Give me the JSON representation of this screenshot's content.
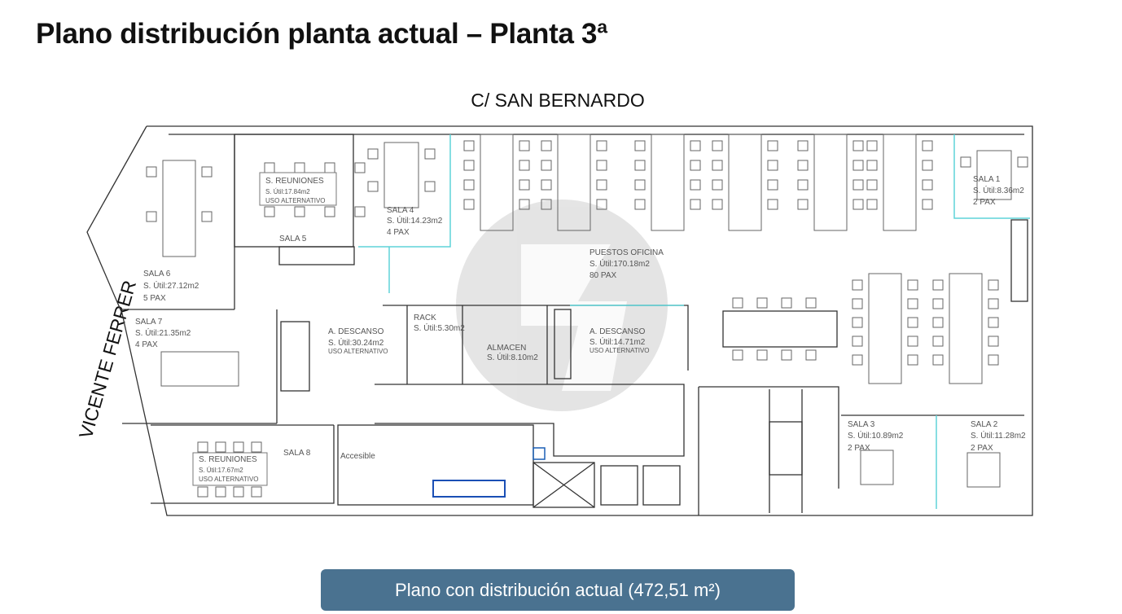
{
  "header": {
    "title": "Plano distribución planta actual – Planta 3ª"
  },
  "streets": {
    "top": "C/ SAN BERNARDO",
    "left": "VICENTE FERRER"
  },
  "rooms": {
    "reuniones_top": [
      "S. REUNIONES",
      "S. Útil:17.84m2",
      "USO ALTERNATIVO"
    ],
    "sala5": [
      "SALA 5"
    ],
    "sala4": [
      "SALA 4",
      "S. Útil:14.23m2",
      "4 PAX"
    ],
    "sala6": [
      "SALA 6",
      "S. Útil:27.12m2",
      "5 PAX"
    ],
    "sala7": [
      "SALA 7",
      "S. Útil:21.35m2",
      "4 PAX"
    ],
    "descanso1": [
      "A. DESCANSO",
      "S. Útil:30.24m2",
      "USO ALTERNATIVO"
    ],
    "rack": [
      "RACK",
      "S. Útil:5.30m2"
    ],
    "almacen": [
      "ALMACEN",
      "S. Útil:8.10m2"
    ],
    "descanso2": [
      "A. DESCANSO",
      "S. Útil:14.71m2",
      "USO ALTERNATIVO"
    ],
    "puestos": [
      "PUESTOS OFICINA",
      "S. Útil:170.18m2",
      "80 PAX"
    ],
    "sala1": [
      "SALA 1",
      "S. Útil:8.36m2",
      "2 PAX"
    ],
    "sala3": [
      "SALA 3",
      "S. Útil:10.89m2",
      "2 PAX"
    ],
    "sala2": [
      "SALA 2",
      "S. Útil:11.28m2",
      "2 PAX"
    ],
    "reuniones_bottom": [
      "S. REUNIONES",
      "S. Útil:17.67m2",
      "USO ALTERNATIVO"
    ],
    "sala8": [
      "SALA 8"
    ],
    "accesible": [
      "Accesible"
    ]
  },
  "caption": {
    "text": "Plano con distribución actual (472,51 m²)"
  },
  "colors": {
    "wall": "#333333",
    "glass": "#5fd3d8",
    "caption_bg": "#4a7290",
    "watermark": "#cfcfcf"
  }
}
